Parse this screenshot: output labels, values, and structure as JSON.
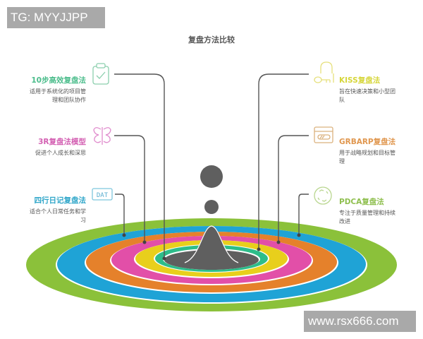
{
  "watermarks": {
    "top": "TG: MYYJJPP",
    "bottom": "www.rsx666.com"
  },
  "title": "复盘方法比较",
  "methods": [
    {
      "id": "ten-step",
      "label": "10步高效复盘法",
      "desc_line1": "适用于系统化的项目管",
      "desc_line2": "理和团队协作",
      "color": "#4cbd8c",
      "icon": "clipboard-check-icon",
      "ring_color": "#2dbd8a",
      "side": "left"
    },
    {
      "id": "3r",
      "label": "3R复盘法模型",
      "desc_line1": "促进个人成长和深思",
      "desc_line2": "",
      "color": "#d35fb2",
      "icon": "butterfly-icon",
      "ring_color": "#e24fa8",
      "side": "left"
    },
    {
      "id": "four-line",
      "label": "四行日记复盘法",
      "desc_line1": "适合个人日常任务和学",
      "desc_line2": "习",
      "color": "#2fa6c9",
      "icon": "dat-box-icon",
      "icon_text": "DAT",
      "ring_color": "#1fa3d6",
      "side": "left"
    },
    {
      "id": "kiss",
      "label": "KISS复盘法",
      "desc_line1": "旨在快速决策和小型团",
      "desc_line2": "队",
      "color": "#d6d63a",
      "icon": "lock-key-icon",
      "ring_color": "#e8cf1c",
      "side": "right"
    },
    {
      "id": "grbarp",
      "label": "GRBARP复盘法",
      "desc_line1": "用于战略规划和目标管",
      "desc_line2": "理",
      "color": "#e0974f",
      "icon": "browser-progress-icon",
      "ring_color": "#e5812b",
      "side": "right"
    },
    {
      "id": "pdca",
      "label": "PDCA复盘法",
      "desc_line1": "专注于质量管理和持续",
      "desc_line2": "改进",
      "color": "#8fbf4f",
      "icon": "cycle-arrows-icon",
      "ring_color": "#8bc13a",
      "side": "right"
    }
  ],
  "center": {
    "shape": "water-drop-splash",
    "color": "#5f5f5f"
  }
}
